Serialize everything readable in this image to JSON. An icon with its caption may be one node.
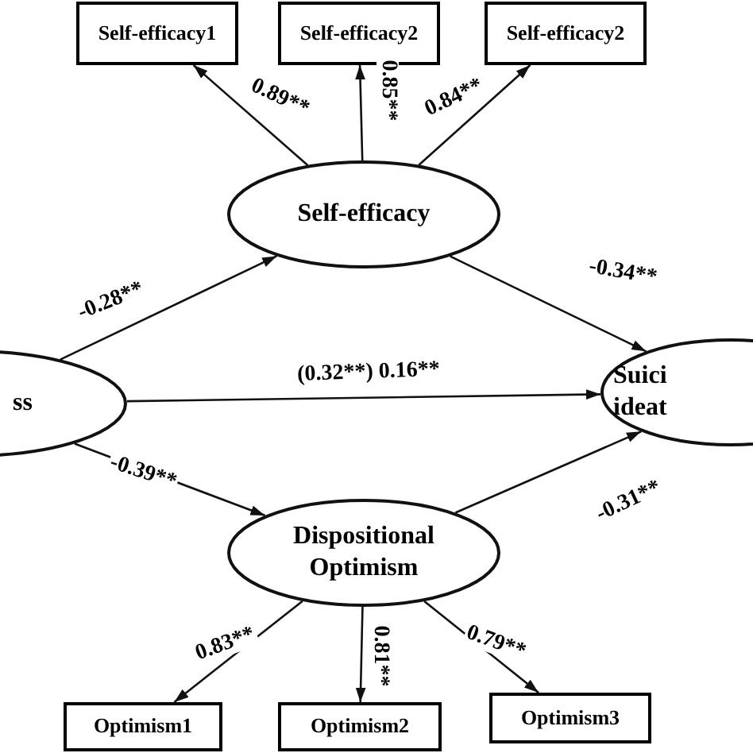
{
  "diagram": {
    "nodes": [
      {
        "text": [
          "Self-efficacy1"
        ]
      },
      {
        "text": [
          "Self-efficacy2"
        ]
      },
      {
        "text": [
          "Self-efficacy2"
        ]
      },
      {
        "text": [
          "Self-efficacy"
        ]
      },
      {
        "text": [
          "ss"
        ]
      },
      {
        "text": [
          "Suici ideat"
        ]
      },
      {
        "text": [
          "Dispositional Optimism"
        ]
      },
      {
        "text": [
          "Optimism1"
        ]
      },
      {
        "text": [
          "Optimism2"
        ]
      },
      {
        "text": [
          "Optimism3"
        ]
      }
    ],
    "edges": [
      {
        "from": 3,
        "to": 0,
        "arrow": "to",
        "label": "0.89**"
      },
      {
        "from": 3,
        "to": 1,
        "arrow": "to",
        "label": "0.85**"
      },
      {
        "from": 3,
        "to": 2,
        "arrow": "to",
        "label": "0.84**"
      },
      {
        "from": 4,
        "to": 3,
        "arrow": "to",
        "label": "-0.28**"
      },
      {
        "from": 3,
        "to": 5,
        "arrow": "to",
        "label": "-0.34**"
      },
      {
        "from": 4,
        "to": 5,
        "arrow": "to",
        "label": "(0.32**) 0.16**"
      },
      {
        "from": 4,
        "to": 6,
        "arrow": "to",
        "label": "-0.39**"
      },
      {
        "from": 6,
        "to": 5,
        "arrow": "to",
        "label": "-0.31**"
      },
      {
        "from": 6,
        "to": 7,
        "arrow": "to",
        "label": "0.83**"
      },
      {
        "from": 6,
        "to": 8,
        "arrow": "to",
        "label": "0.81**"
      },
      {
        "from": 6,
        "to": 9,
        "arrow": "to",
        "label": "0.79**"
      }
    ]
  }
}
